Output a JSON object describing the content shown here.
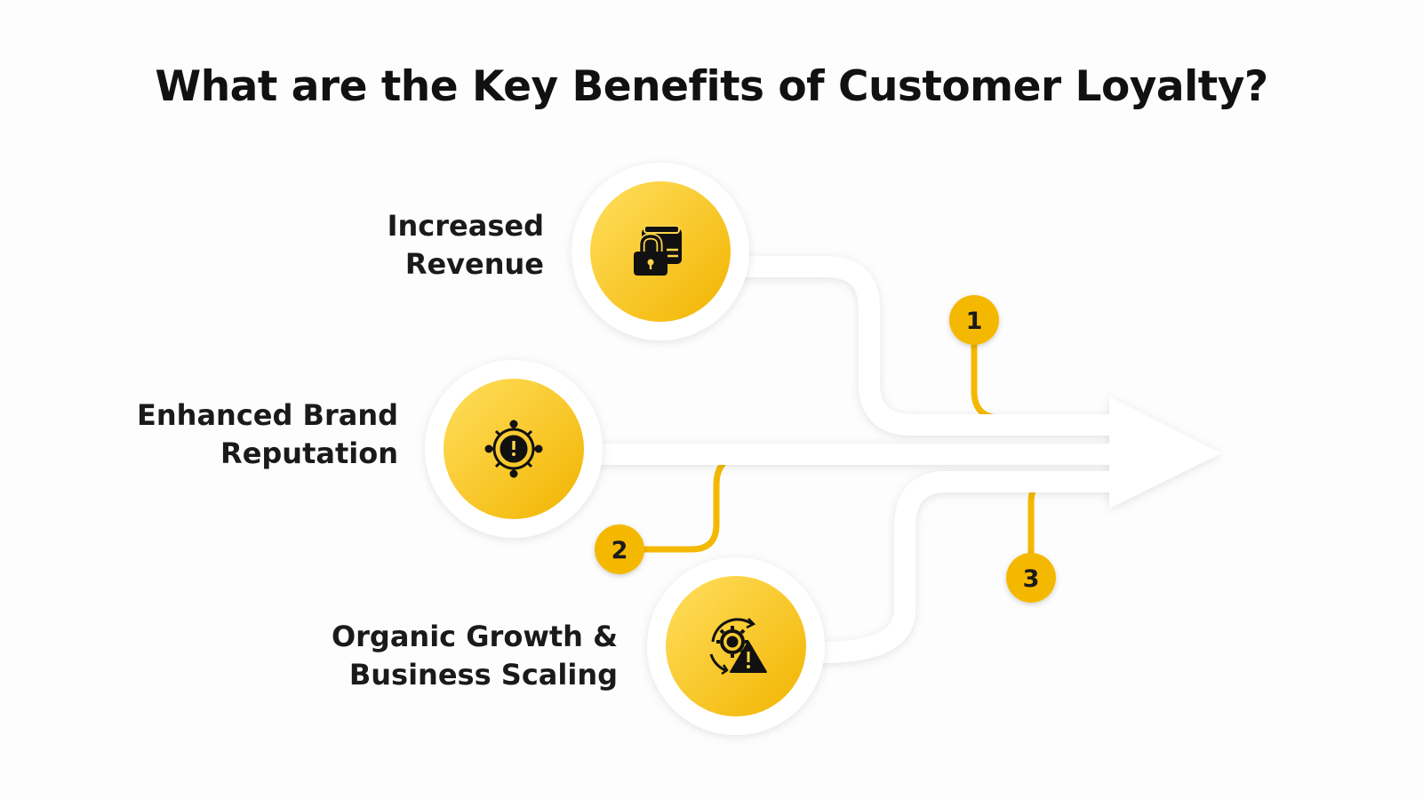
{
  "title": "What are the Key Benefits of Customer Loyalty?",
  "colors": {
    "accent": "#f5b800",
    "accent_light": "#ffd94a",
    "background": "#fdfdfd",
    "text": "#1a1a1a"
  },
  "benefits": [
    {
      "number": "1",
      "label_lines": [
        "Increased",
        "Revenue"
      ],
      "icon": "wallet-lock-icon"
    },
    {
      "number": "2",
      "label_lines": [
        "Enhanced Brand",
        "Reputation"
      ],
      "icon": "gear-alert-icon"
    },
    {
      "number": "3",
      "label_lines": [
        "Organic Growth &",
        "Business Scaling"
      ],
      "icon": "gear-warning-cycle-icon"
    }
  ]
}
